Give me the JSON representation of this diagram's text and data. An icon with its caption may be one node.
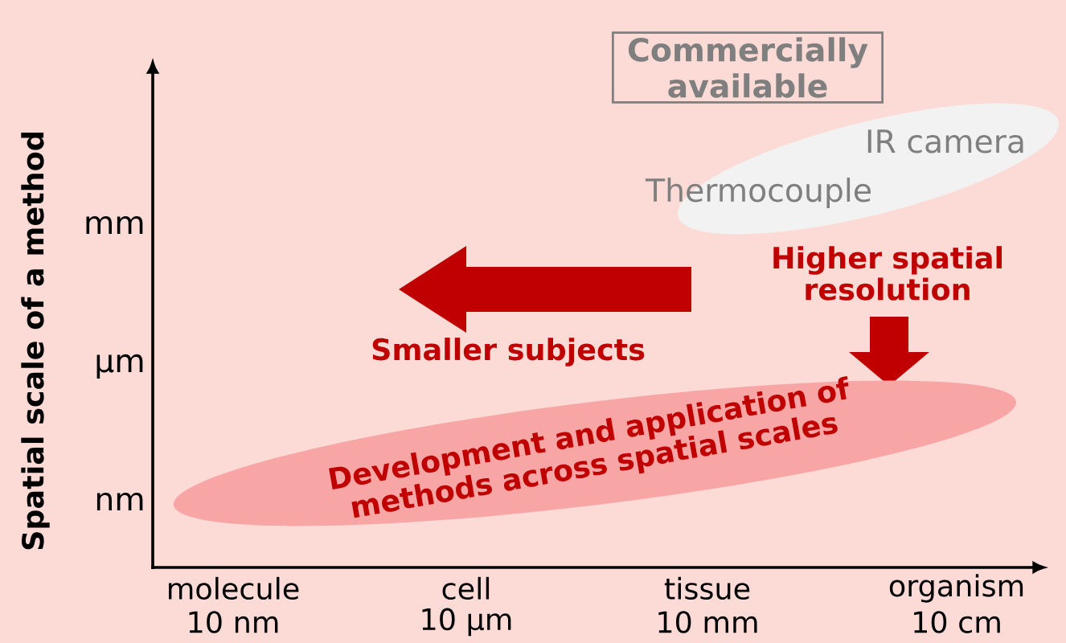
{
  "diagram": {
    "nodes": [
      {
        "text": [
          "Commercially available"
        ]
      },
      {
        "text": [
          "IR camera",
          "Thermocouple"
        ]
      },
      {
        "text": [
          "Development and application of methods across spatial scales"
        ]
      }
    ],
    "edges": [],
    "labels": [
      "Spatial scale of a method",
      "mm",
      "μm",
      "nm",
      "molecule",
      "10 nm",
      "cell",
      "10 μm",
      "tissue",
      "10 mm",
      "organism",
      "10 cm",
      "Higher spatial resolution",
      "Smaller subjects"
    ]
  }
}
